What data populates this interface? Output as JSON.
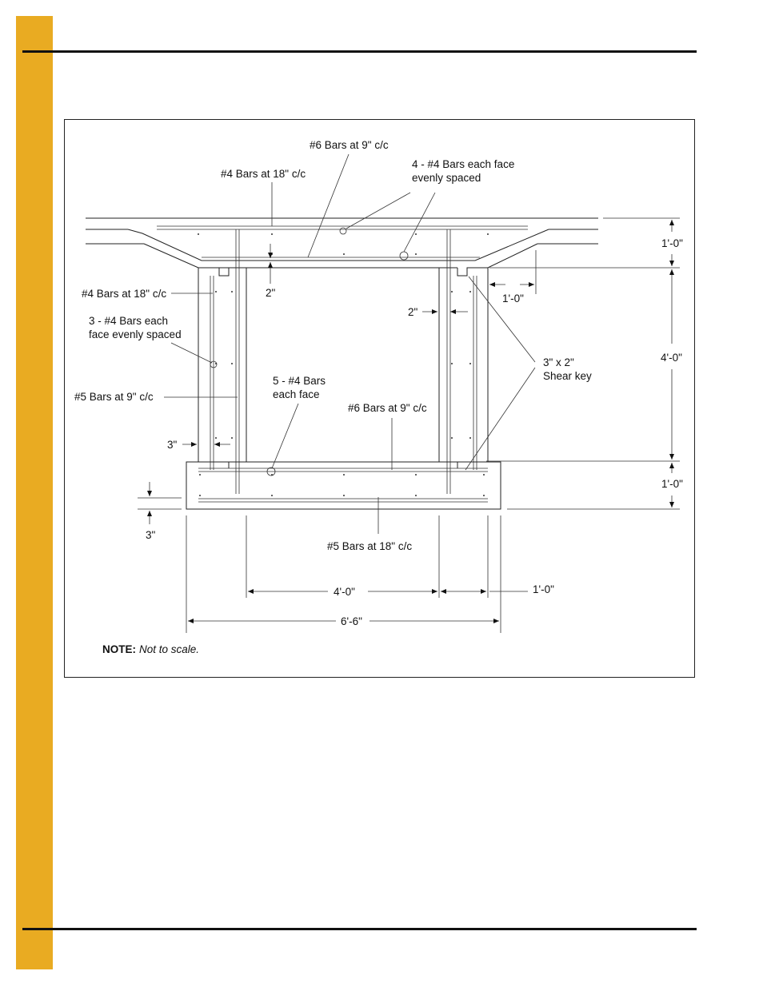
{
  "labels": {
    "bars6_top": "#6 Bars at 9\" c/c",
    "bars4_top": "#4 Bars at 18\" c/c",
    "bars4_each_face_top_l1": "4 - #4 Bars each face",
    "bars4_each_face_top_l2": "evenly spaced",
    "dim_top_slab": "1'-0\"",
    "dim_2in_top": "2\"",
    "bars4_wall": "#4 Bars at 18\" c/c",
    "dim_1ft_haunch": "1'-0\"",
    "dim_2in_wall": "2\"",
    "bars3_l1": "3 - #4 Bars each",
    "bars3_l2": "face evenly spaced",
    "dim_wall_height": "4'-0\"",
    "shear_key_l1": "3\" x 2\"",
    "shear_key_l2": "Shear key",
    "bars5_wall": "#5 Bars at 9\" c/c",
    "bars5_each_l1": "5 - #4 Bars",
    "bars5_each_l2": "each face",
    "bars6_bottom": "#6 Bars at 9\" c/c",
    "dim_3in_wall": "3\"",
    "dim_bottom_slab": "1'-0\"",
    "dim_3in_bottom": "3\"",
    "bars5_bottom": "#5 Bars at 18\" c/c",
    "dim_inner_width": "4'-0\"",
    "dim_wall_width": "1'-0\"",
    "dim_overall_width": "6'-6\"",
    "note_bold": "NOTE:",
    "note_text": "Not to scale."
  }
}
